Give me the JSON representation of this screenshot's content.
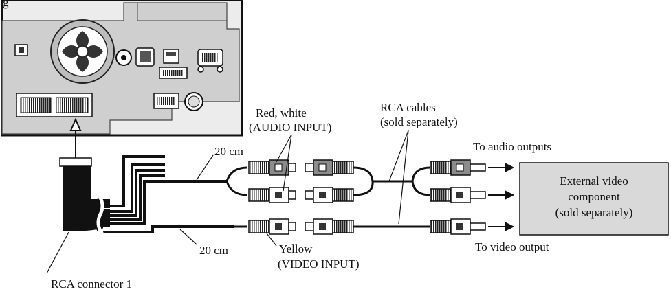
{
  "labels": {
    "top_partial": "g",
    "red_white": "Red, white",
    "audio_input": "(AUDIO INPUT)",
    "rca_cables": "RCA cables",
    "sold_separately_cables": "(sold separately)",
    "to_audio_outputs": "To audio outputs",
    "len_upper": "20 cm",
    "len_lower": "20 cm",
    "yellow": "Yellow",
    "video_input": "(VIDEO INPUT)",
    "to_video_output": "To video output",
    "rca_connector": "RCA connector 1",
    "ext_line1": "External video",
    "ext_line2": "component",
    "ext_line3": "(sold separately)"
  },
  "colors": {
    "panel_fill": "#cfcfcf",
    "panel_outline": "#1a1a1a",
    "plug_red": "#8c8c8c",
    "plug_white": "#ffffff",
    "component_fill": "#d9d9d9",
    "harness": "#111111"
  },
  "icons": [
    "fan-icon",
    "arrow-up-icon",
    "arrow-right-icon"
  ]
}
